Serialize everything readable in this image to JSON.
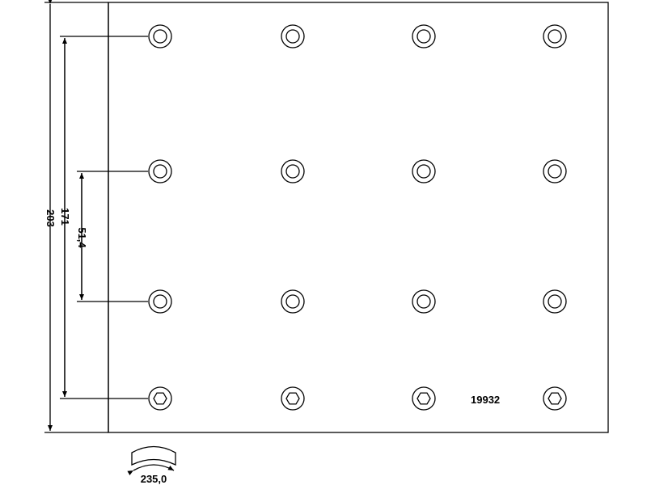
{
  "part_number": "19932",
  "dimensions": {
    "height": "203",
    "outer_hole_spacing": "171",
    "inner_hole_spacing": "51,4",
    "arc_length": "235,0"
  },
  "holes": {
    "columns": 4,
    "rows": 4,
    "hex_row": 3
  }
}
